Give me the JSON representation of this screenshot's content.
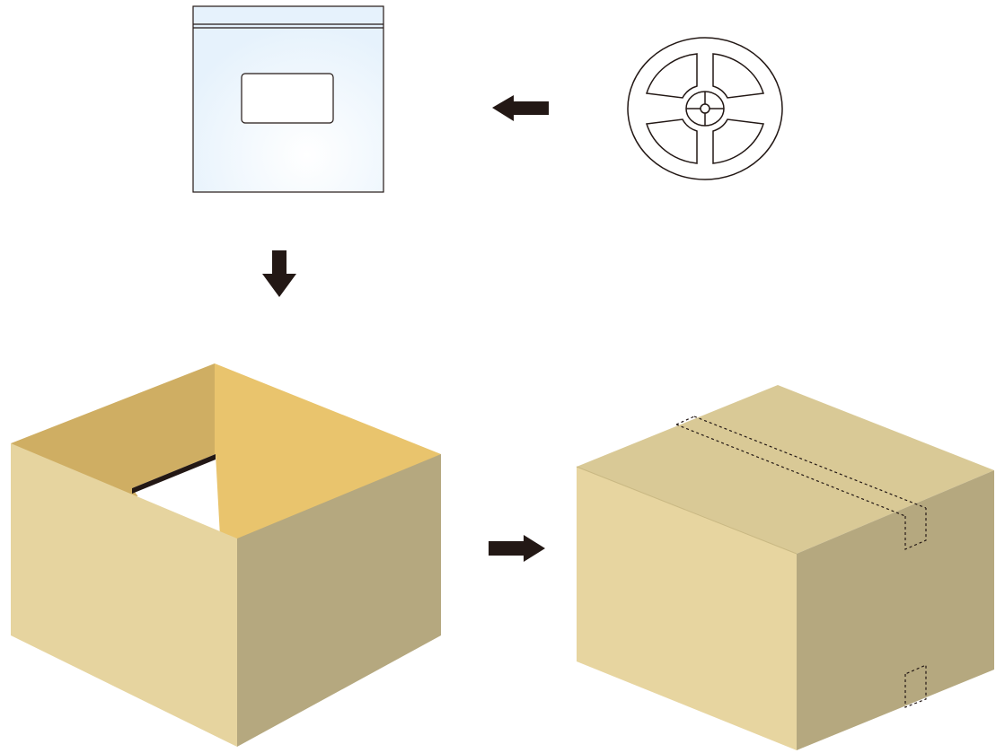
{
  "diagram": {
    "description_free": true,
    "steps": [
      {
        "id": "reel",
        "icon": "tape-reel-icon"
      },
      {
        "id": "bag",
        "icon": "zip-bag-icon"
      },
      {
        "id": "open_box",
        "icon": "open-box-icon"
      },
      {
        "id": "sealed_box",
        "icon": "sealed-box-icon"
      }
    ],
    "flow": [
      {
        "from": "reel",
        "to": "bag",
        "direction": "left"
      },
      {
        "from": "bag",
        "to": "open_box",
        "direction": "down"
      },
      {
        "from": "open_box",
        "to": "sealed_box",
        "direction": "right"
      }
    ],
    "colors": {
      "outline": "#231815",
      "bag_fill": "#e6f2fc",
      "bag_band": "#f1f8fe",
      "box_inner_left": "#cfae63",
      "box_inner_right": "#e9c46d",
      "box_front": "#e6d49f",
      "box_side": "#b5a87f",
      "box_top": "#d9c996",
      "box_closed_front": "#e7d5a0",
      "arrow": "#231815"
    }
  }
}
